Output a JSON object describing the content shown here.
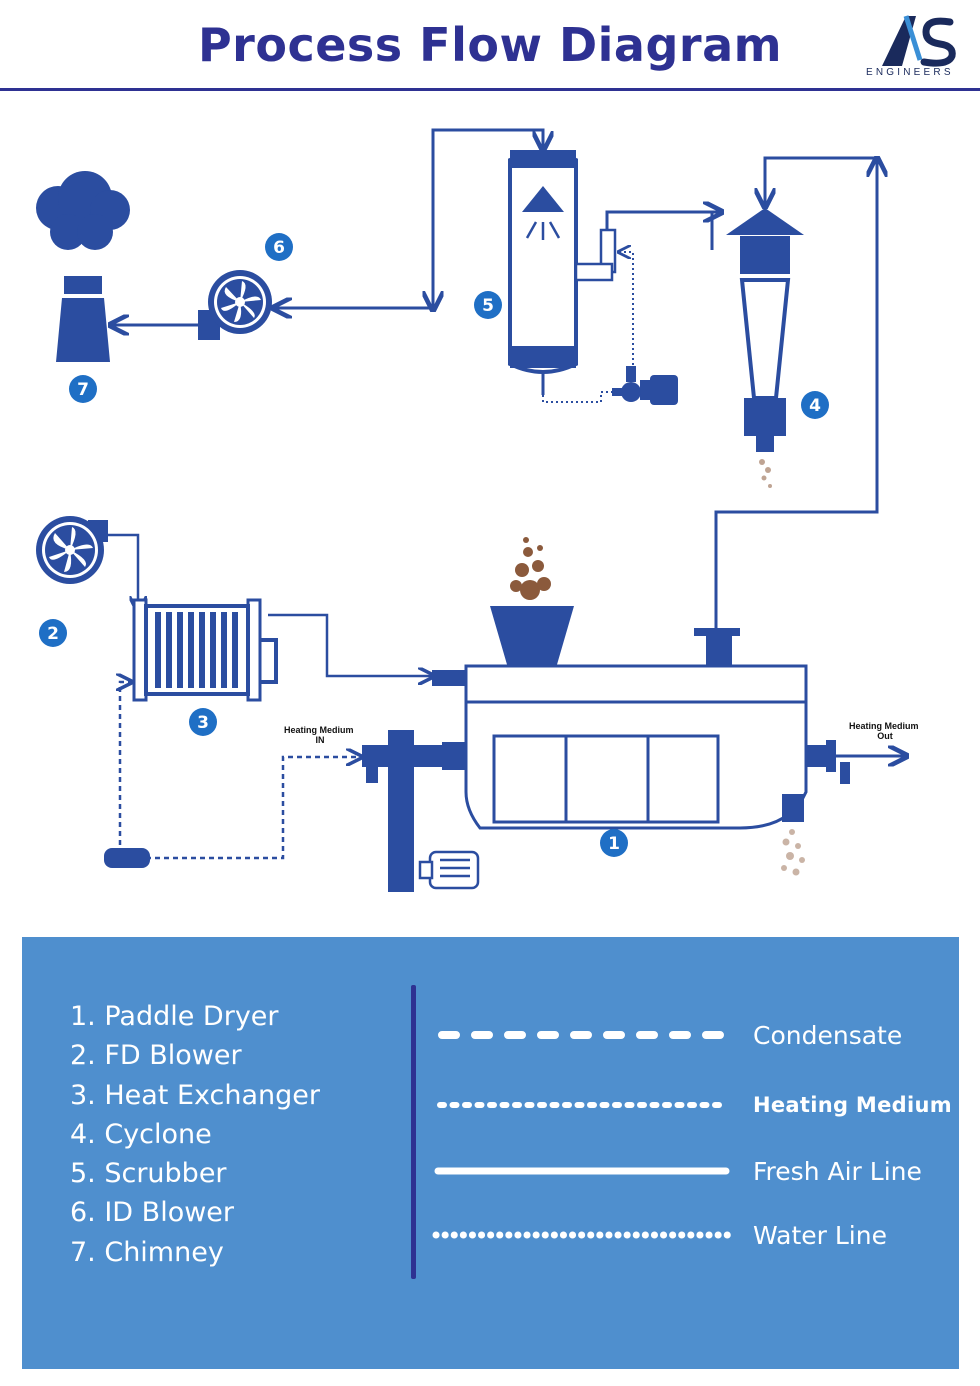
{
  "header": {
    "title": "Process Flow Diagram",
    "logo_text": "AS",
    "logo_subtitle": "ENGINEERS"
  },
  "colors": {
    "primary": "#2e3192",
    "equipment": "#2b4da0",
    "badge": "#1f6fc5",
    "legend_bg": "#4f8fce",
    "legend_text": "#ffffff",
    "product": "#8b5a3c"
  },
  "diagram": {
    "badges": [
      "1",
      "2",
      "3",
      "4",
      "5",
      "6",
      "7"
    ],
    "heating_in_label": [
      "Heating Medium",
      "IN"
    ],
    "heating_out_label": [
      "Heating Medium",
      "Out"
    ]
  },
  "legend": {
    "equipment": [
      "1. Paddle Dryer",
      "2. FD Blower",
      "3. Heat Exchanger",
      "4. Cyclone",
      "5. Scrubber",
      "6. ID Blower",
      "7. Chimney"
    ],
    "line_types": [
      {
        "style": "dashed",
        "label": "Condensate"
      },
      {
        "style": "fine-dashed",
        "label": "Heating Medium"
      },
      {
        "style": "solid",
        "label": "Fresh Air Line"
      },
      {
        "style": "dotted",
        "label": "Water Line"
      }
    ]
  }
}
